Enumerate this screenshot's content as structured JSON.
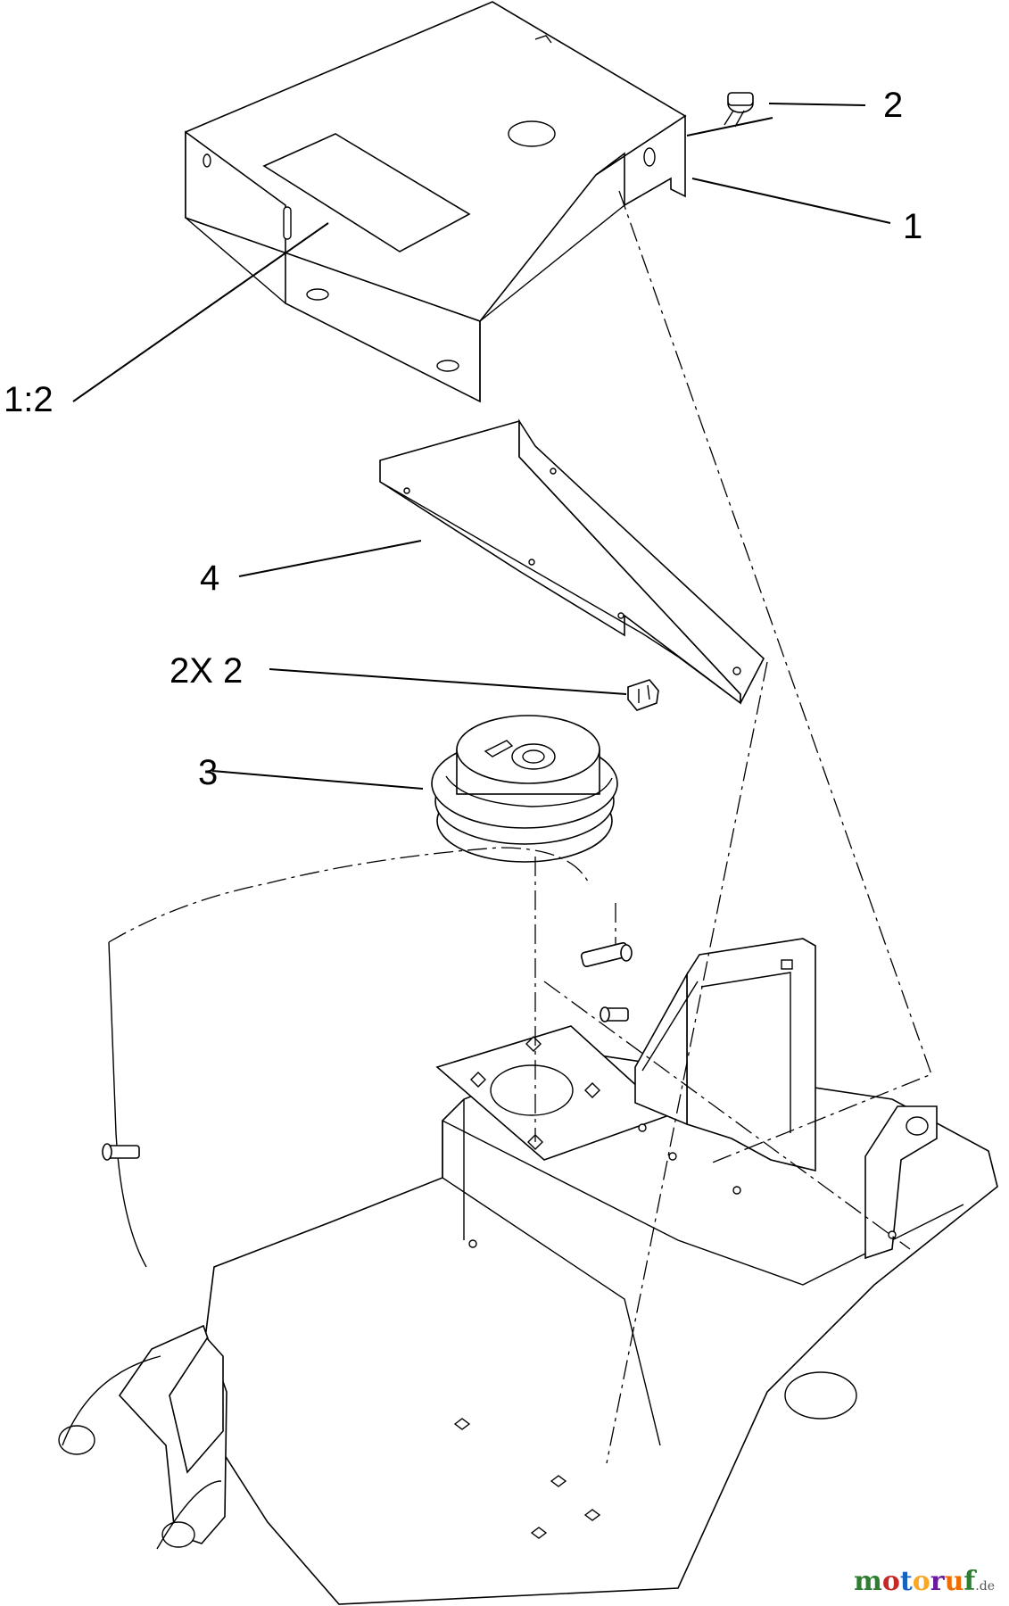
{
  "callouts": {
    "c1": "1",
    "c2": "2",
    "c1_2": "1:2",
    "c4": "4",
    "c2x2": "2X 2",
    "c3": "3"
  },
  "watermark": {
    "text": "motoruf",
    "domain": ".de",
    "colors": [
      "#2e7d32",
      "#c62828",
      "#1565c0",
      "#f9a825",
      "#6a1b9a",
      "#ef6c00",
      "#2e7d32"
    ]
  }
}
